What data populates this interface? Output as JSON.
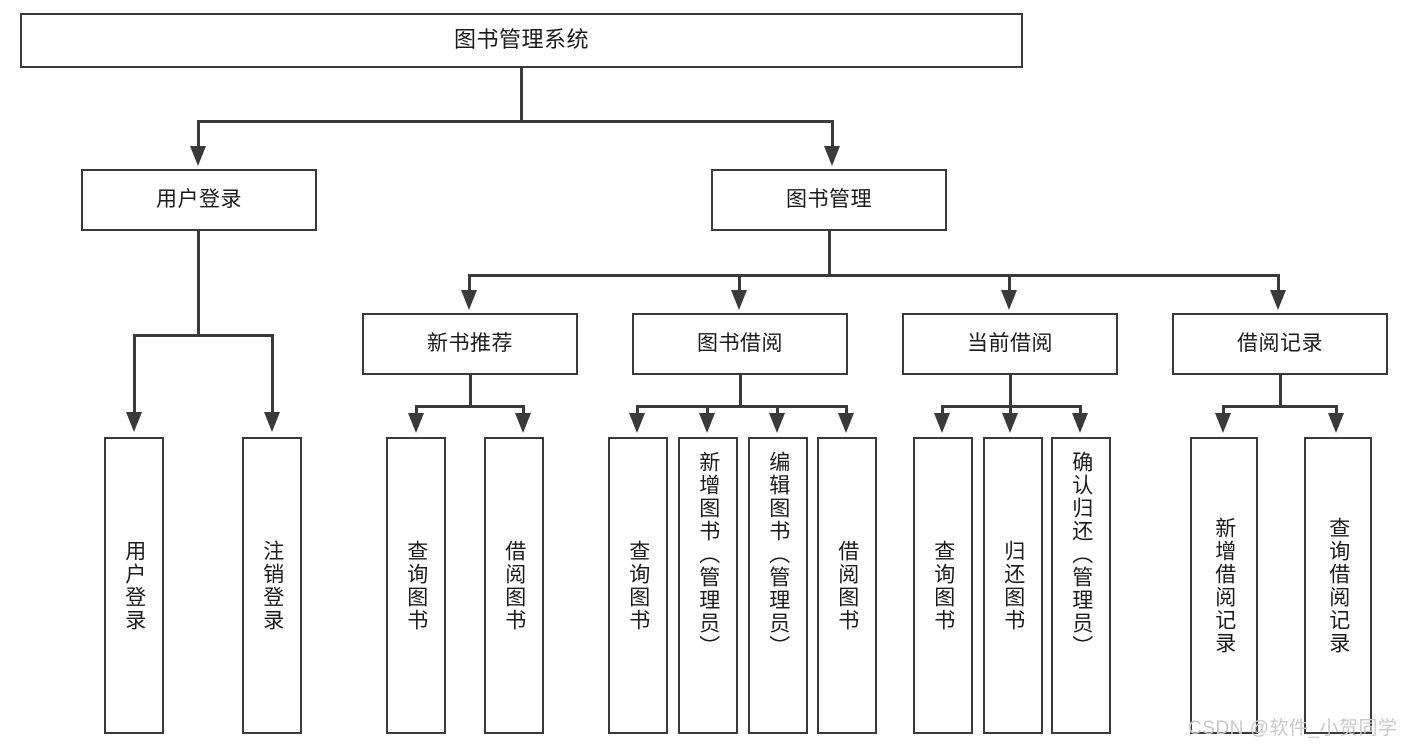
{
  "diagram": {
    "title": "图书管理系统",
    "type": "tree",
    "root": {
      "id": "root",
      "label": "图书管理系统"
    },
    "level2": [
      {
        "id": "user-login",
        "label": "用户登录"
      },
      {
        "id": "book-manage",
        "label": "图书管理"
      }
    ],
    "level3": [
      {
        "id": "new-book-rec",
        "label": "新书推荐"
      },
      {
        "id": "book-borrow",
        "label": "图书借阅"
      },
      {
        "id": "current-borrow",
        "label": "当前借阅"
      },
      {
        "id": "borrow-record",
        "label": "借阅记录"
      }
    ],
    "leaves": {
      "user_login": [
        {
          "id": "leaf-user-login",
          "label": "用户登录"
        },
        {
          "id": "leaf-user-logout",
          "label": "注销登录"
        }
      ],
      "new_book_rec": [
        {
          "id": "leaf-query-book-1",
          "label": "查询图书"
        },
        {
          "id": "leaf-borrow-book-1",
          "label": "借阅图书"
        }
      ],
      "book_borrow": [
        {
          "id": "leaf-query-book-2",
          "label": "查询图书"
        },
        {
          "id": "leaf-add-book",
          "label": "新增图书（管理员）"
        },
        {
          "id": "leaf-edit-book",
          "label": "编辑图书（管理员）"
        },
        {
          "id": "leaf-borrow-book-2",
          "label": "借阅图书"
        }
      ],
      "current_borrow": [
        {
          "id": "leaf-query-book-3",
          "label": "查询图书"
        },
        {
          "id": "leaf-return-book",
          "label": "归还图书"
        },
        {
          "id": "leaf-confirm-return",
          "label": "确认归还（管理员）"
        }
      ],
      "borrow_record": [
        {
          "id": "leaf-add-record",
          "label": "新增借阅记录"
        },
        {
          "id": "leaf-query-record",
          "label": "查询借阅记录"
        }
      ]
    }
  },
  "watermark": {
    "text": "CSDN @软件_小贺同学"
  },
  "colors": {
    "stroke": "#3a3a3a",
    "text": "#1b1b1b",
    "background": "#ffffff",
    "watermark": "#c9c9c9"
  }
}
